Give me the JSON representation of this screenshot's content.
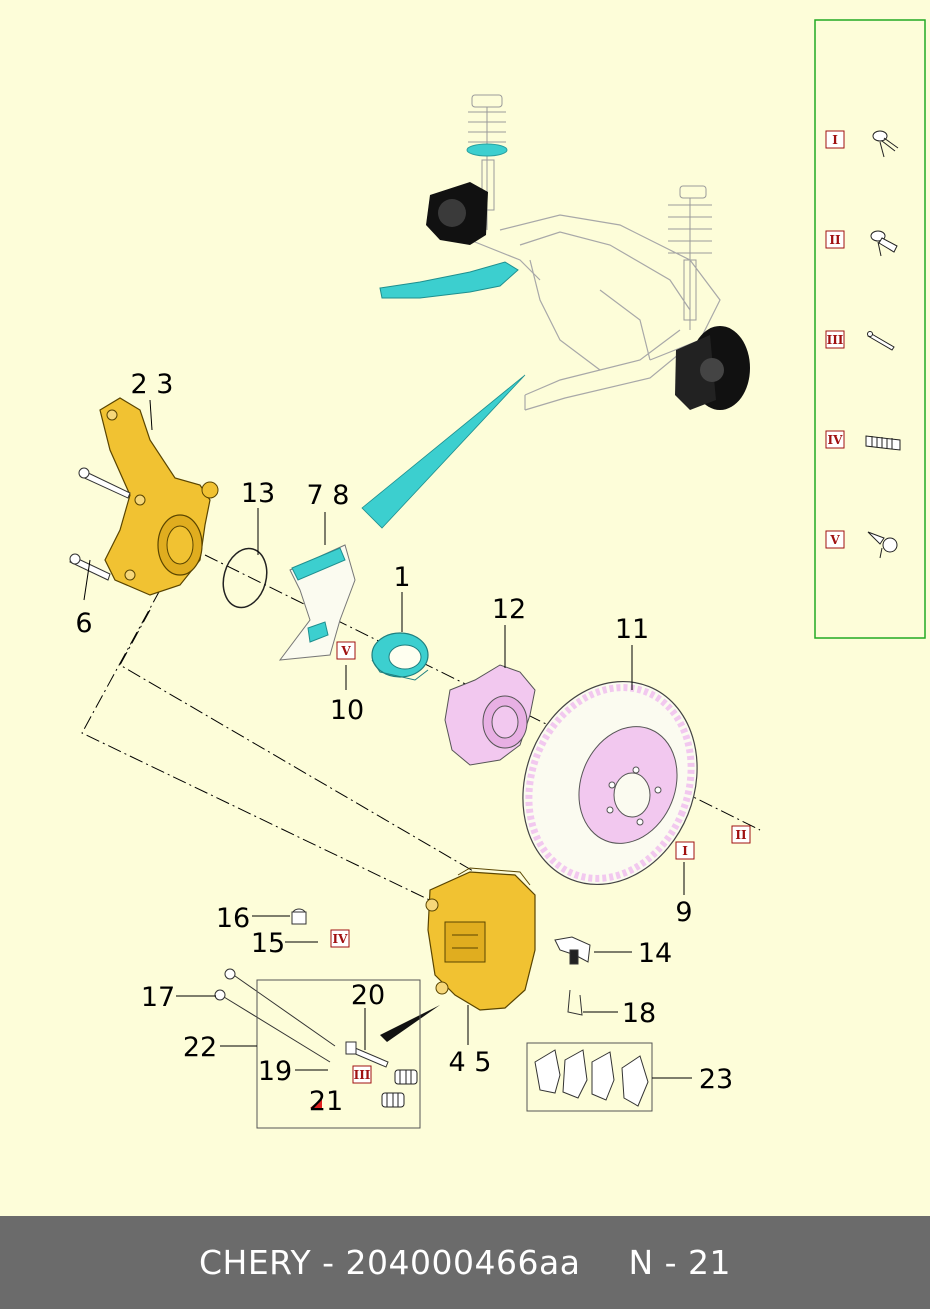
{
  "footer": {
    "caption": "CHERY - 204000466aa",
    "page": "N - 21"
  },
  "callouts": {
    "c1": "1",
    "c23": "2  3",
    "c45": "4  5",
    "c6": "6",
    "c78": "7  8",
    "c9": "9",
    "c10": "10",
    "c11": "11",
    "c12": "12",
    "c13": "13",
    "c14": "14",
    "c15": "15",
    "c16": "16",
    "c17": "17",
    "c18": "18",
    "c19": "19",
    "c20": "20",
    "c21": "21",
    "c22": "22",
    "c23b": "23"
  },
  "fastener_keys": [
    "I",
    "II",
    "III",
    "IV",
    "V"
  ],
  "colors": {
    "background": "#fdfdd9",
    "knuckle": "#f1c232",
    "caliper": "#f1c232",
    "cyan": "#3ccfcf",
    "hub_pink": "#f2c8ef",
    "legend_border": "#22aa22",
    "footer_bg": "#6b6b6b",
    "roman_mark": "#a01010"
  }
}
